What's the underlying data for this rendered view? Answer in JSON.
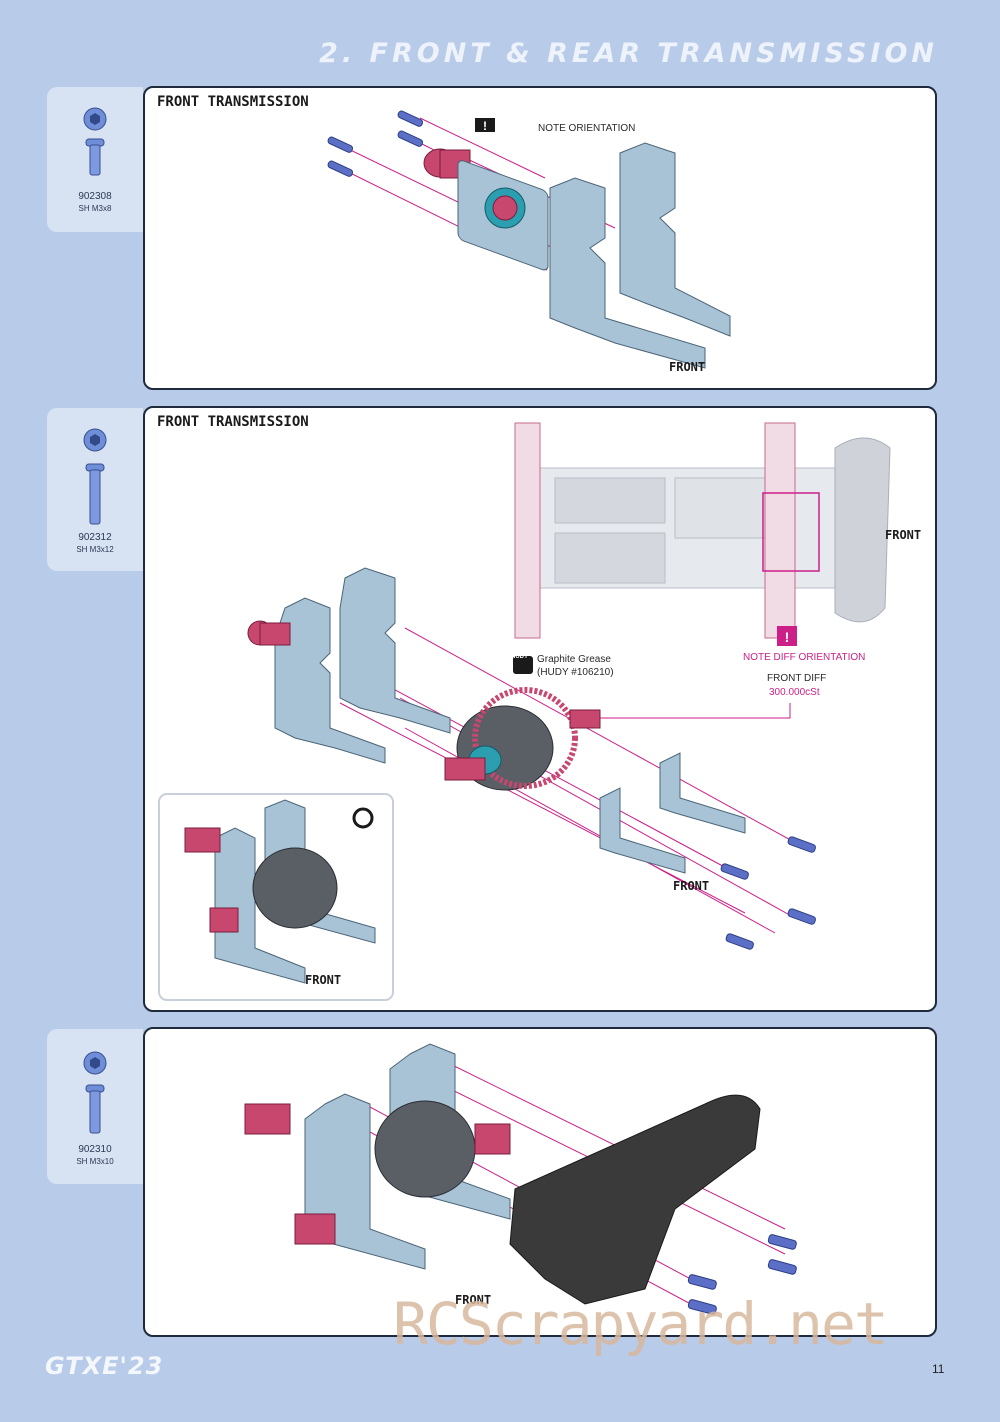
{
  "header": {
    "title": "2. FRONT & REAR TRANSMISSION"
  },
  "sidebar": [
    {
      "part_number": "902308",
      "spec": "SH M3x8",
      "icon": "screw-icon"
    },
    {
      "part_number": "902312",
      "spec": "SH M3x12",
      "icon": "screw-icon"
    },
    {
      "part_number": "902310",
      "spec": "SH M3x10",
      "icon": "screw-icon"
    }
  ],
  "step1": {
    "title": "FRONT TRANSMISSION",
    "note": "NOTE ORIENTATION",
    "front_label": "FRONT"
  },
  "step2": {
    "title": "FRONT TRANSMISSION",
    "front_label_chassis": "FRONT",
    "grease_brand": "HUDY",
    "grease_line1": "Graphite Grease",
    "grease_line2": "(HUDY #106210)",
    "diff_orientation": "NOTE DIFF ORIENTATION",
    "front_diff": "FRONT DIFF",
    "diff_oil": "300.000cSt",
    "front_label_parts": "FRONT",
    "front_label_inset": "FRONT"
  },
  "step3": {
    "front_label": "FRONT"
  },
  "footer": {
    "logo": "GTXE'23",
    "page_number": "11",
    "watermark": "RCScrapyard.net"
  },
  "colors": {
    "page_bg": "#b8cbe8",
    "part_blue": "#a8c3d6",
    "anodized_red": "#c8476f",
    "screw_blue": "#5b6fc6",
    "arrow_magenta": "#cc1f88",
    "carbon": "#3a3a3a"
  }
}
